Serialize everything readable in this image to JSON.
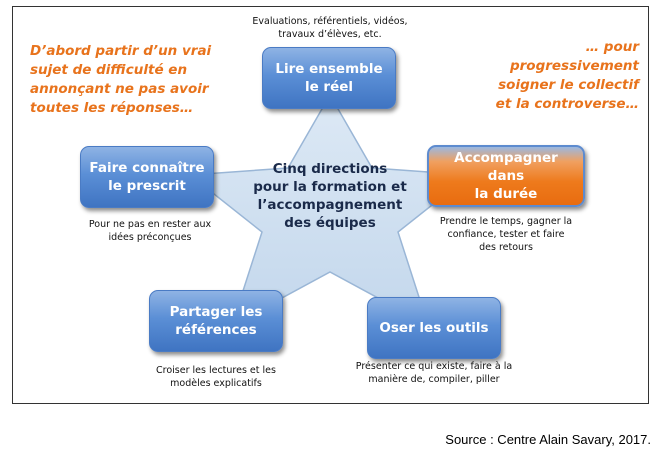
{
  "center": {
    "line1": "Cinq directions",
    "line2": "pour la formation et",
    "line3": "l’accompagnement",
    "line4": "des équipes"
  },
  "boxes": {
    "top": {
      "line1": "Lire ensemble",
      "line2": "le réel"
    },
    "left": {
      "line1": "Faire connaître",
      "line2": "le prescrit"
    },
    "right": {
      "line1": "Accompagner dans",
      "line2": "la durée"
    },
    "bottom_left": {
      "line1": "Partager les",
      "line2": "références"
    },
    "bottom_right": {
      "line1": "Oser les outils"
    }
  },
  "notes": {
    "top": {
      "line1": "Evaluations, référentiels, vidéos,",
      "line2": "travaux d’élèves, etc."
    },
    "left": {
      "line1": "Pour ne pas en rester aux",
      "line2": "idées préconçues"
    },
    "right": {
      "line1": "Prendre le temps, gagner la",
      "line2": "confiance, tester et faire",
      "line3": "des retours"
    },
    "bottom_left": {
      "line1": "Croiser les lectures et les",
      "line2": "modèles explicatifs"
    },
    "bottom_right": {
      "line1": "Présenter ce qui existe, faire à la",
      "line2": "manière de, compiler, piller"
    }
  },
  "quotes": {
    "left": {
      "line1": "D’abord partir d’un vrai",
      "line2": "sujet de difficulté en",
      "line3": "annonçant ne pas avoir",
      "line4": "toutes les réponses…"
    },
    "right": {
      "line1": "… pour",
      "line2": "progressivement",
      "line3": "soigner le collectif",
      "line4": "et la controverse…"
    }
  },
  "source": "Source : Centre Alain Savary, 2017.",
  "colors": {
    "box_blue": "#5b8fd6",
    "box_orange": "#ee7a1c",
    "quote_orange": "#e8731c",
    "star_fill": "#cfe0f1"
  }
}
